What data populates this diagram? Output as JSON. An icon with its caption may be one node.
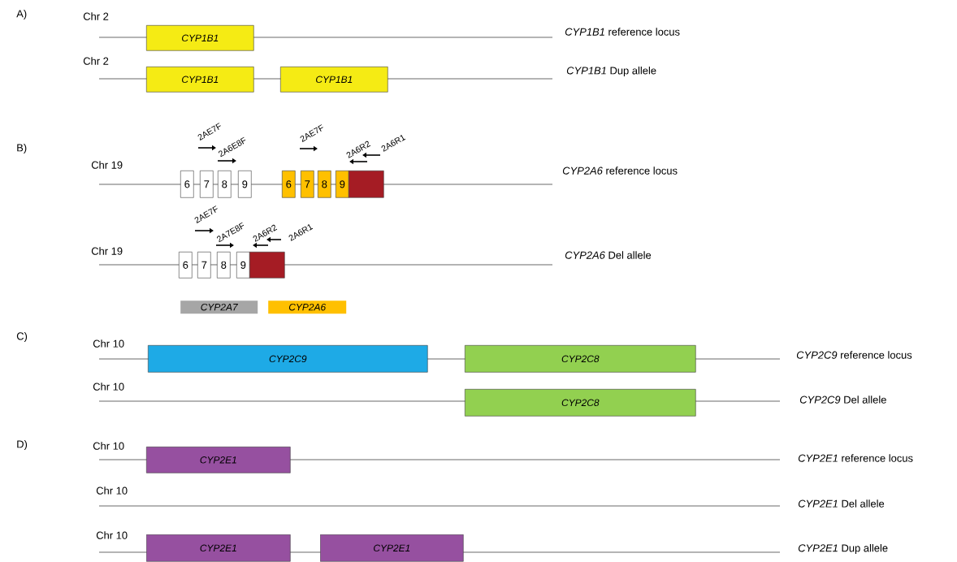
{
  "diagram": {
    "nodes": [
      {
        "text": [
          "CYP1B1"
        ]
      },
      {
        "text": [
          "CYP1B1"
        ]
      },
      {
        "text": [
          "CYP1B1"
        ]
      },
      {
        "text": [
          "6"
        ]
      },
      {
        "text": [
          "7"
        ]
      },
      {
        "text": [
          "8"
        ]
      },
      {
        "text": [
          "9"
        ]
      },
      {
        "text": [
          "6"
        ]
      },
      {
        "text": [
          "7"
        ]
      },
      {
        "text": [
          "8"
        ]
      },
      {
        "text": [
          "9"
        ]
      },
      {
        "text": [],
        "shape": "box"
      },
      {
        "text": [
          "6"
        ]
      },
      {
        "text": [
          "7"
        ]
      },
      {
        "text": [
          "8"
        ]
      },
      {
        "text": [
          "9"
        ]
      },
      {
        "text": [],
        "shape": "box"
      },
      {
        "text": [
          "CYP2C9"
        ]
      },
      {
        "text": [
          "CYP2C8"
        ]
      },
      {
        "text": [
          "CYP2C8"
        ]
      },
      {
        "text": [
          "CYP2E1"
        ]
      },
      {
        "text": [
          "CYP2E1"
        ]
      },
      {
        "text": [
          "CYP2E1"
        ]
      }
    ],
    "labels": [
      "A)",
      "Chr 2",
      "*CYP1B1* reference locus",
      "Chr 2",
      "*CYP1B1* Dup allele",
      "B)",
      "2AE7F",
      "2AE7F",
      "2A6E8F",
      "2A6R2",
      "2A6R1",
      "Chr 19",
      "*CYP2A6* reference locus",
      "2AE7F",
      "2A7E8F",
      "2A6R2",
      "2A6R1",
      "Chr 19",
      "*CYP2A6* Del allele",
      "C)",
      "Chr 10",
      "*CYP2C9* reference locus",
      "Chr 10",
      "*CYP2C9* Del allele",
      "D)",
      "Chr 10",
      "*CYP2E1* reference locus",
      "Chr 10",
      "*CYP2E1* Del allele",
      "Chr 10",
      "*CYP2E1* Dup allele"
    ],
    "legend": [
      {
        "text": "CYP2A7",
        "color": "#a6a6a6"
      },
      {
        "text": "CYP2A6",
        "color": "#ffc000"
      }
    ]
  }
}
